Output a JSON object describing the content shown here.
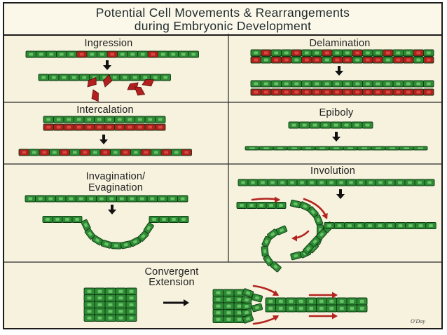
{
  "title": {
    "line1": "Potential Cell Movements & Rearrangements",
    "line2": "during Embryonic Development"
  },
  "panels": {
    "ingression": "Ingression",
    "delamination": "Delamination",
    "intercalation": "Intercalation",
    "epiboly": "Epiboly",
    "invagination_line1": "Invagination/",
    "invagination_line2": "Evagination",
    "involution": "Involution",
    "convergent_line1": "Convergent",
    "convergent_line2": "Extension"
  },
  "credit": "O'Day",
  "colors": {
    "green_cell": "#2f8a35",
    "red_cell": "#b21f1f",
    "cell_border": "#0d3b12",
    "arrow_red": "#b3241f",
    "background": "#f6f2de",
    "frame": "#1c1c1c"
  }
}
